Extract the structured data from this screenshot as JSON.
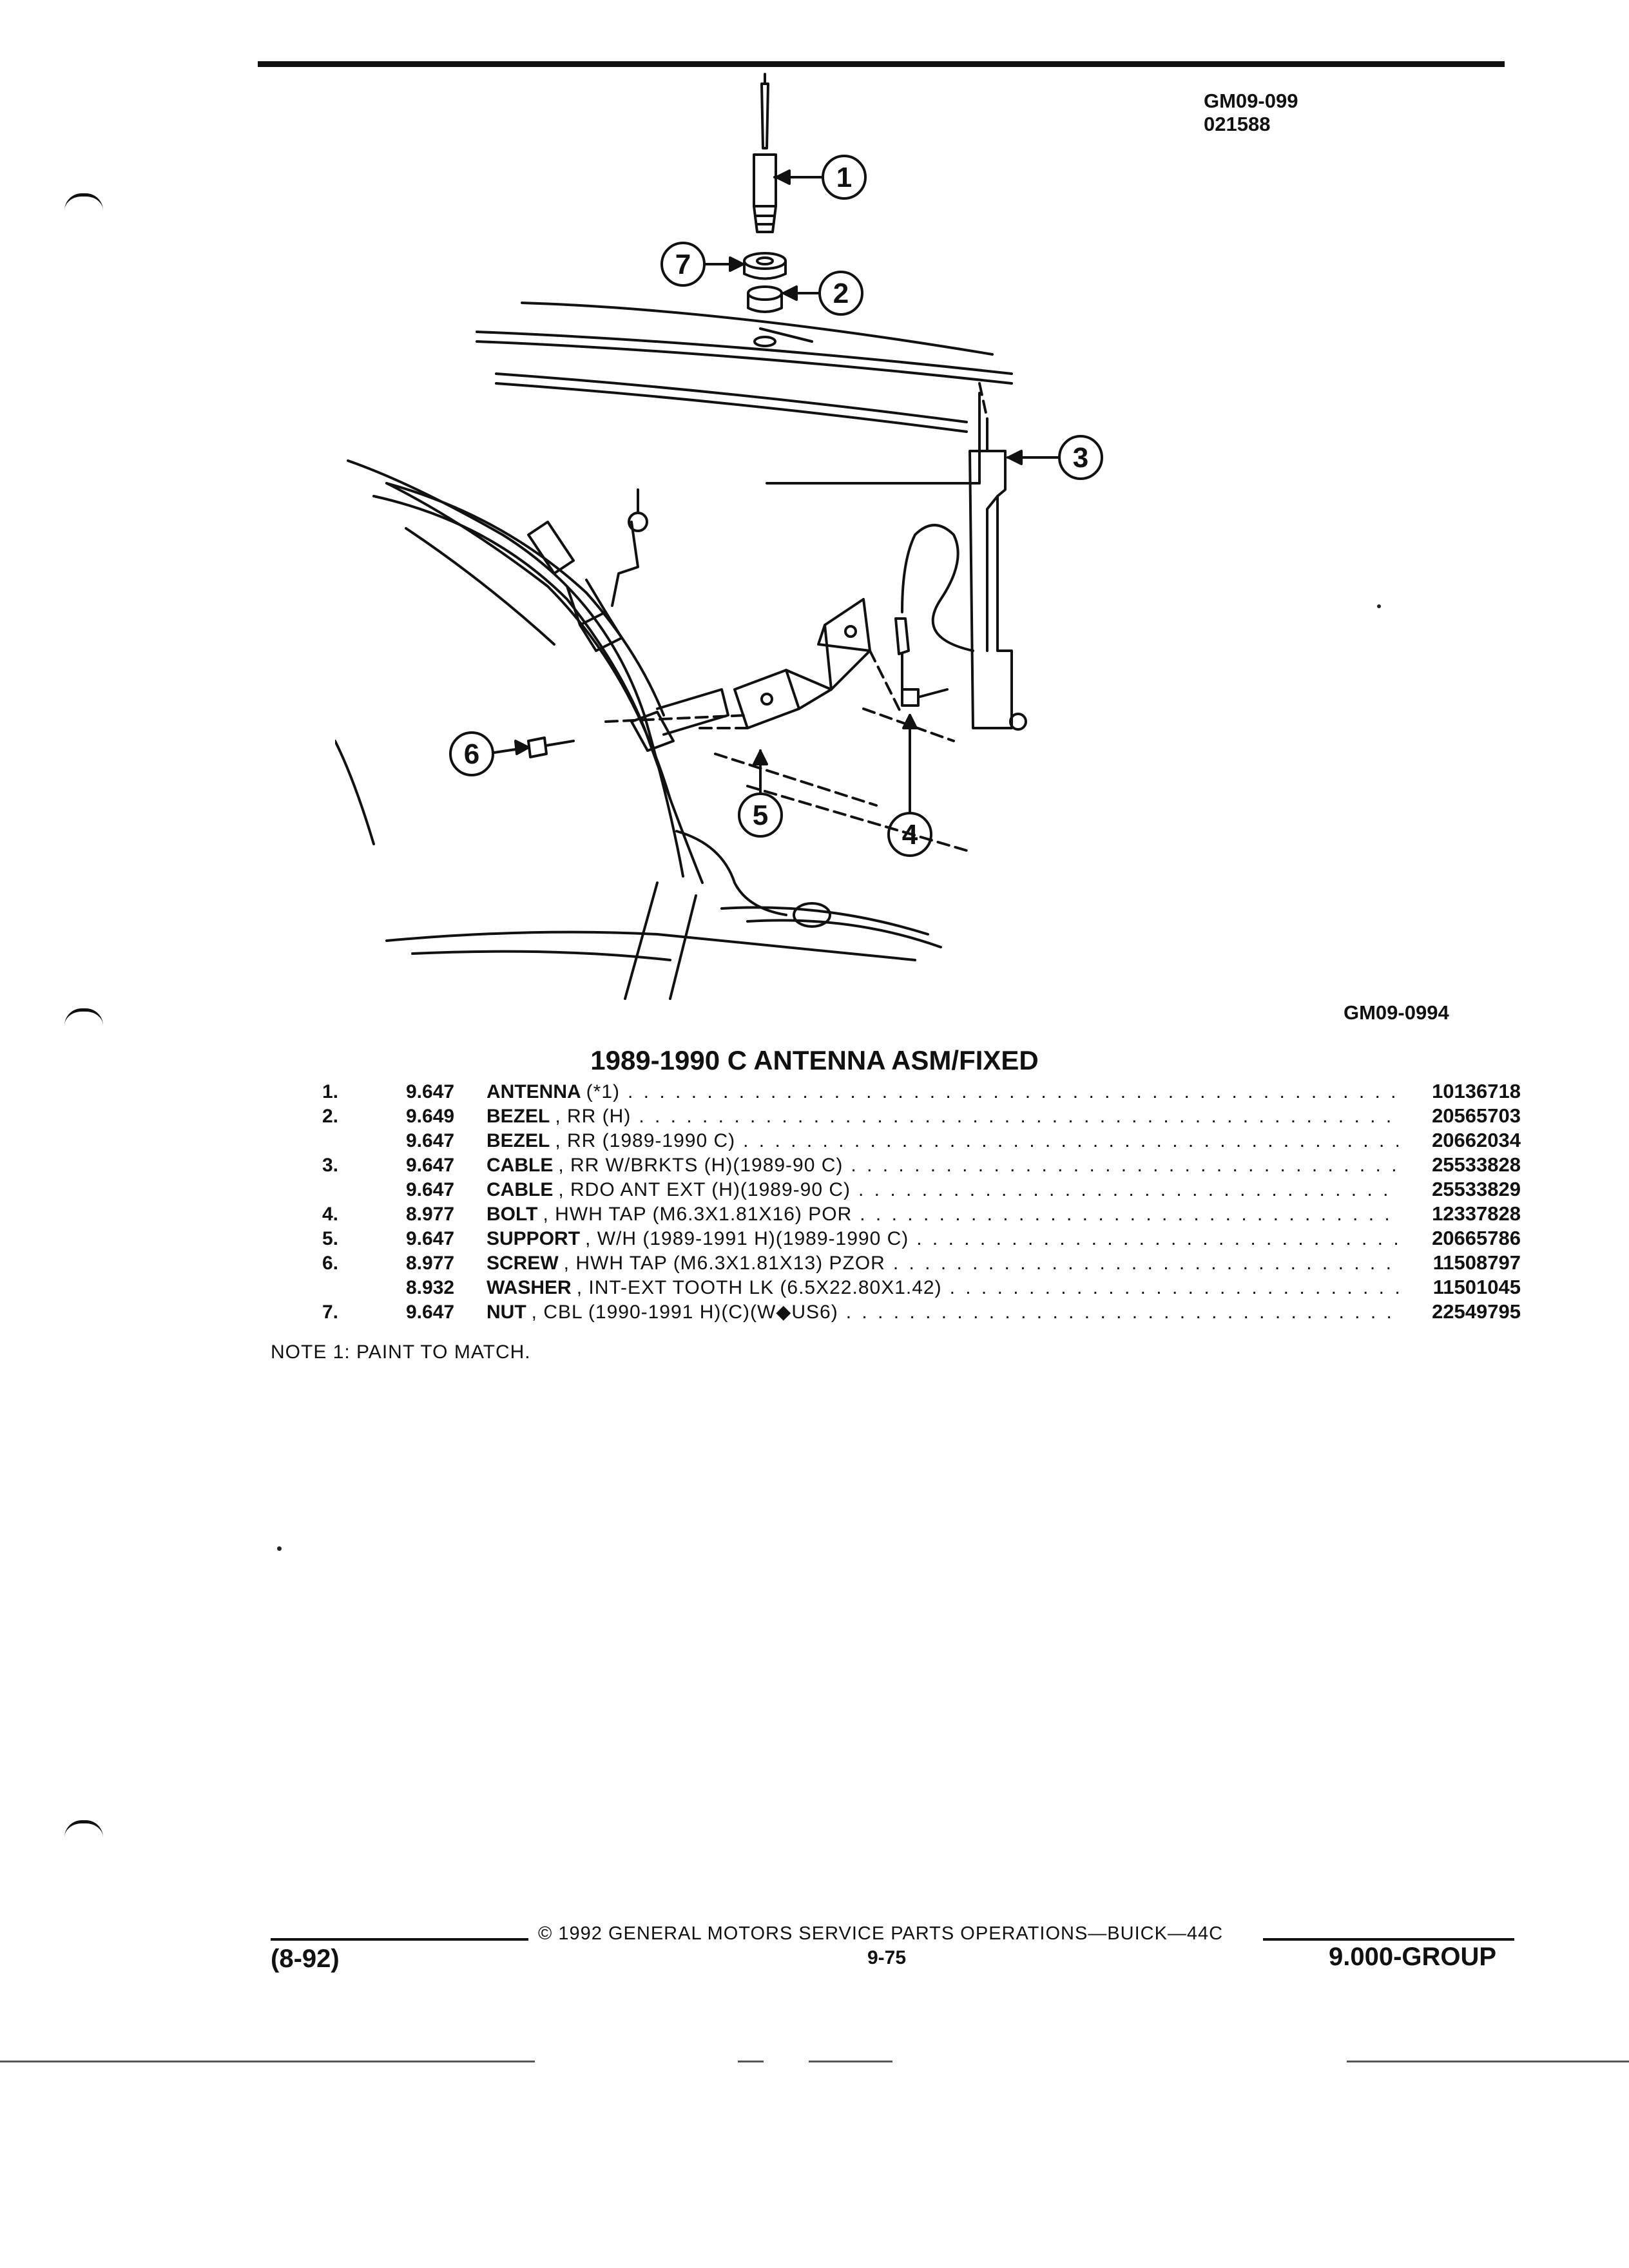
{
  "header": {
    "illustration_code": "GM09-099",
    "illustration_date": "021588"
  },
  "figure": {
    "figure_code": "GM09-0994",
    "callouts": [
      "1",
      "2",
      "3",
      "4",
      "5",
      "6",
      "7"
    ]
  },
  "title": "1989-1990 C ANTENNA ASM/FIXED",
  "parts": [
    {
      "item": "1.",
      "group": "9.647",
      "name": "ANTENNA",
      "spec": "(*1)",
      "part_number": "10136718"
    },
    {
      "item": "2.",
      "group": "9.649",
      "name": "BEZEL",
      "spec": ", RR (H)",
      "part_number": "20565703"
    },
    {
      "item": "",
      "group": "9.647",
      "name": "BEZEL",
      "spec": ", RR (1989-1990 C)",
      "part_number": "20662034"
    },
    {
      "item": "3.",
      "group": "9.647",
      "name": "CABLE",
      "spec": ", RR W/BRKTS (H)(1989-90 C)",
      "part_number": "25533828"
    },
    {
      "item": "",
      "group": "9.647",
      "name": "CABLE",
      "spec": ", RDO ANT EXT (H)(1989-90 C)",
      "part_number": "25533829"
    },
    {
      "item": "4.",
      "group": "8.977",
      "name": "BOLT",
      "spec": ", HWH TAP (M6.3X1.81X16) POR",
      "part_number": "12337828"
    },
    {
      "item": "5.",
      "group": "9.647",
      "name": "SUPPORT",
      "spec": ", W/H (1989-1991 H)(1989-1990 C)",
      "part_number": "20665786"
    },
    {
      "item": "6.",
      "group": "8.977",
      "name": "SCREW",
      "spec": ", HWH TAP (M6.3X1.81X13) PZOR",
      "part_number": "11508797"
    },
    {
      "item": "",
      "group": "8.932",
      "name": "WASHER",
      "spec": ", INT-EXT TOOTH LK (6.5X22.80X1.42)",
      "part_number": "11501045"
    },
    {
      "item": "7.",
      "group": "9.647",
      "name": "NUT",
      "spec": ", CBL (1990-1991 H)(C)(W◆US6)",
      "part_number": "22549795"
    }
  ],
  "note": "NOTE 1: PAINT TO MATCH.",
  "footer": {
    "copyright": "© 1992 GENERAL MOTORS SERVICE PARTS OPERATIONS—BUICK—44C",
    "date_code": "(8-92)",
    "page": "9-75",
    "group": "9.000-GROUP"
  }
}
